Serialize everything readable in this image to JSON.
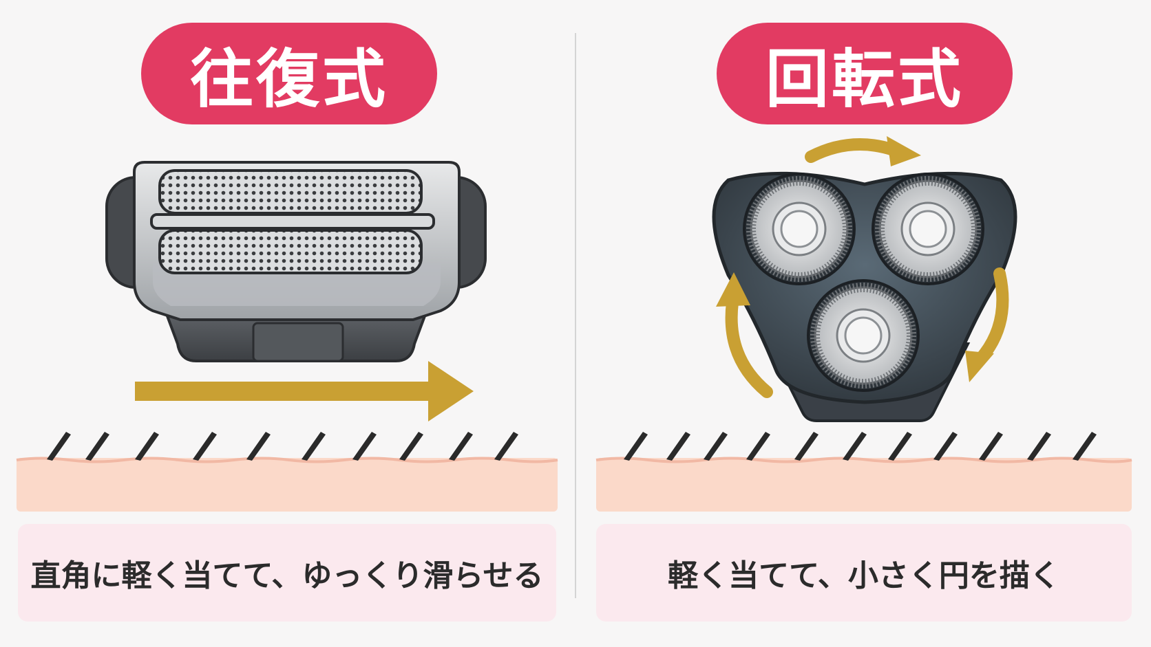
{
  "left": {
    "label": "往復式",
    "caption": "直角に軽く当てて、ゆっくり滑らせる"
  },
  "right": {
    "label": "回転式",
    "caption": "軽く当てて、小さく円を描く"
  },
  "colors": {
    "label_bg": "#e23b62",
    "arrow": "#c9a033",
    "skin": "#fbd9c9",
    "caption_bg": "#fbe9ee",
    "hair": "#2a2a2a"
  }
}
